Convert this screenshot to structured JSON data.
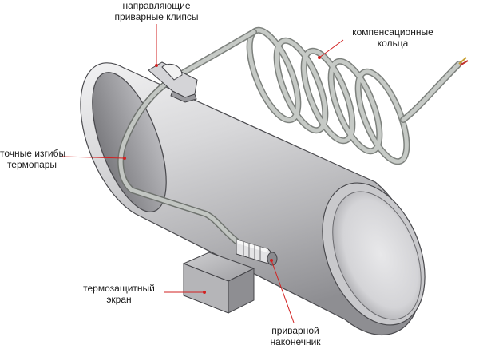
{
  "labels": {
    "guide_clips_line1": "направляющие",
    "guide_clips_line2": "приварные клипсы",
    "comp_rings_line1": "компенсационные",
    "comp_rings_line2": "кольца",
    "bends_line1": "точные изгибы",
    "bends_line2": "термопары",
    "shield_line1": "термозащитный",
    "shield_line2": "экран",
    "tip_line1": "приварной",
    "tip_line2": "наконечник"
  },
  "colors": {
    "leader": "#d22020",
    "pipe_light": "#e6e6e8",
    "pipe_dark": "#8c8c90",
    "sheath": "#b9bdb9",
    "wire_red": "#c0302a",
    "wire_gold": "#c9a030"
  }
}
